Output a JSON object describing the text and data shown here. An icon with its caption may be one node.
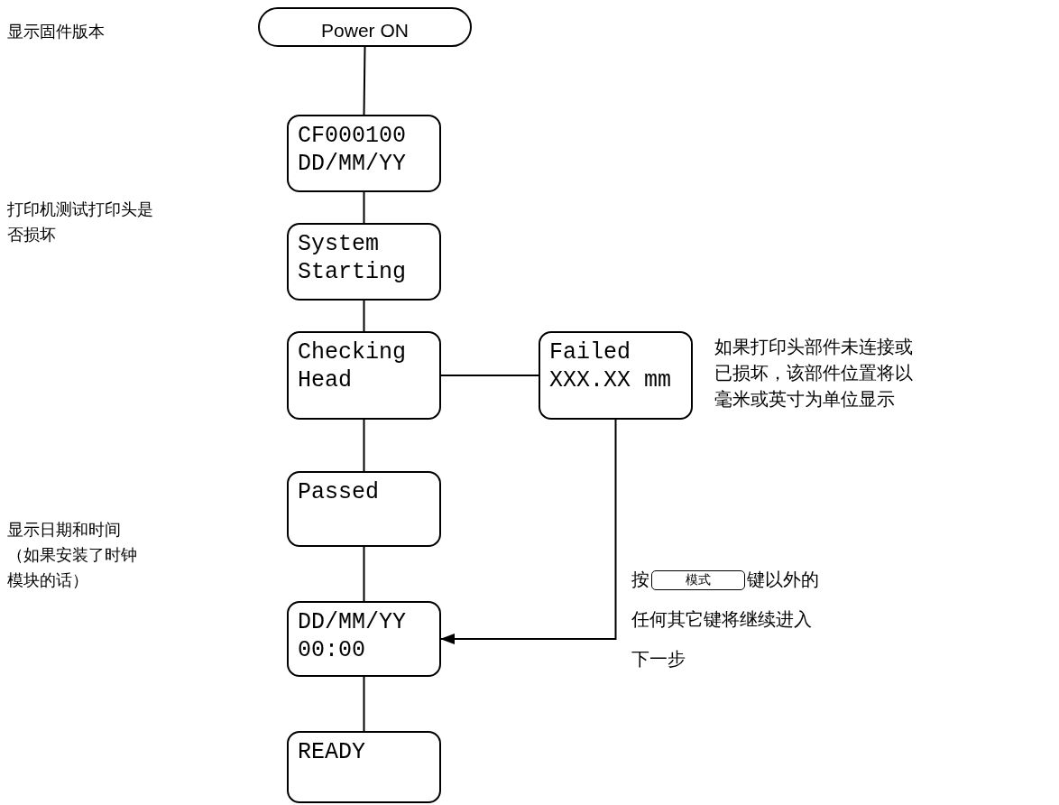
{
  "diagram": {
    "nodes": [
      {
        "text": [
          "Power ON"
        ]
      },
      {
        "text": [
          "CF000100 DD/MM/YY"
        ]
      },
      {
        "text": [
          "System Starting"
        ]
      },
      {
        "text": [
          "Checking Head"
        ]
      },
      {
        "text": [
          "Failed XXX.XX mm"
        ]
      },
      {
        "text": [
          "Passed"
        ]
      },
      {
        "text": [
          "DD/MM/YY 00:00"
        ]
      },
      {
        "text": [
          "READY"
        ]
      }
    ],
    "edges": [
      {
        "from": 0,
        "to": 1,
        "arrow": "none"
      },
      {
        "from": 1,
        "to": 2,
        "arrow": "none"
      },
      {
        "from": 2,
        "to": 3,
        "arrow": "none"
      },
      {
        "from": 3,
        "to": 4,
        "arrow": "none"
      },
      {
        "from": 3,
        "to": 5,
        "arrow": "none"
      },
      {
        "from": 5,
        "to": 6,
        "arrow": "none"
      },
      {
        "from": 4,
        "to": 6,
        "arrow": "to"
      },
      {
        "from": 6,
        "to": 7,
        "arrow": "none"
      }
    ],
    "labels": [
      "显示固件版本",
      "打印机测试打印头是否损坏",
      "如果打印头部件未连接或已损坏，该部件位置将以毫米或英寸为单位显示",
      "显示日期和时间（如果安装了时钟模块的话）",
      "按",
      "模式",
      "键以外的任何其它键将继续进入下一步"
    ]
  }
}
